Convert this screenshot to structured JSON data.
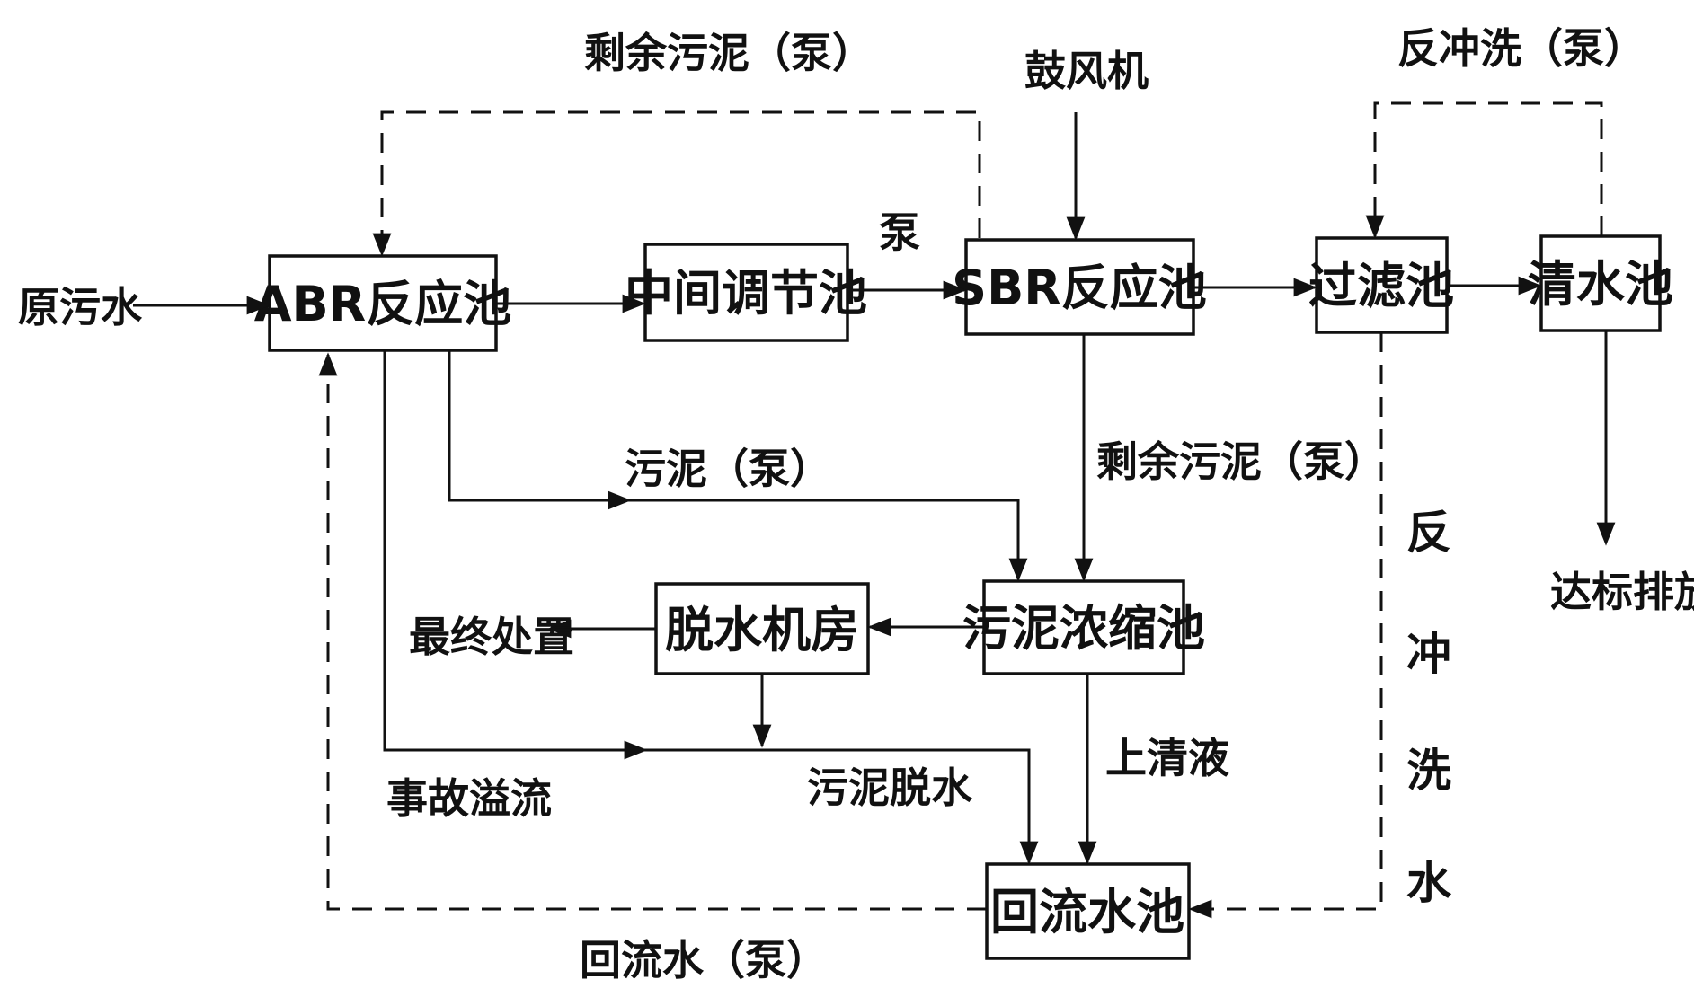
{
  "boxes": {
    "abr": "ABR反应池",
    "middle": "中间调节池",
    "sbr": "SBR反应池",
    "filter": "过滤池",
    "clear": "清水池",
    "thickener": "污泥浓缩池",
    "dewater": "脱水机房",
    "return": "回流水池"
  },
  "labels": {
    "raw_sewage": "原污水",
    "excess_sludge_top": "剩余污泥（泵）",
    "blower": "鼓风机",
    "backwash_pump": "反冲洗（泵）",
    "pump": "泵",
    "sludge_pump": "污泥（泵）",
    "excess_sludge_mid": "剩余污泥（泵）",
    "final_disposal": "最终处置",
    "supernatant": "上清液",
    "accident_overflow": "事故溢流",
    "sludge_dewater": "污泥脱水",
    "return_water_pump": "回流水（泵）",
    "discharge": "达标排放",
    "backwash_water": [
      "反",
      "冲",
      "洗",
      "水"
    ]
  },
  "colors": {
    "ink": "#111111",
    "background": "#ffffff"
  }
}
